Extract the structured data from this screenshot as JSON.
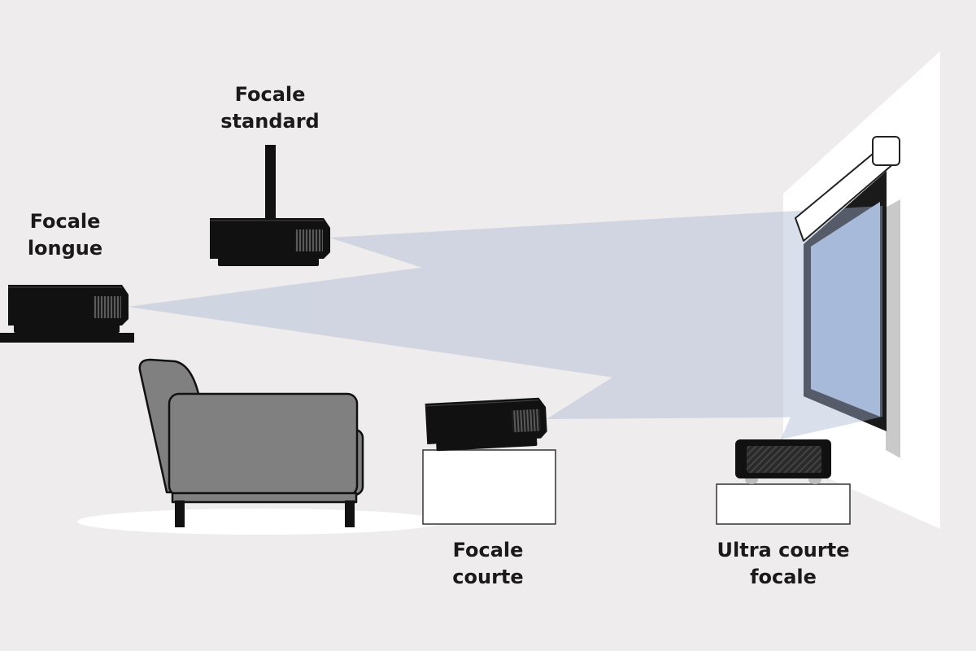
{
  "labels": {
    "long_focal": {
      "line1": "Focale",
      "line2": "longue"
    },
    "standard_focal": {
      "line1": "Focale",
      "line2": "standard"
    },
    "short_focal": {
      "line1": "Focale",
      "line2": "courte"
    },
    "ultra_short_focal": {
      "line1": "Ultra courte",
      "line2": "focale"
    }
  },
  "colors": {
    "background": "#eeecec",
    "beam": "#a7b6d3",
    "screen": "#a8bde0",
    "projector_body": "#111111",
    "armchair": "#808080",
    "stand": "#ffffff",
    "wall": "#ffffff"
  }
}
